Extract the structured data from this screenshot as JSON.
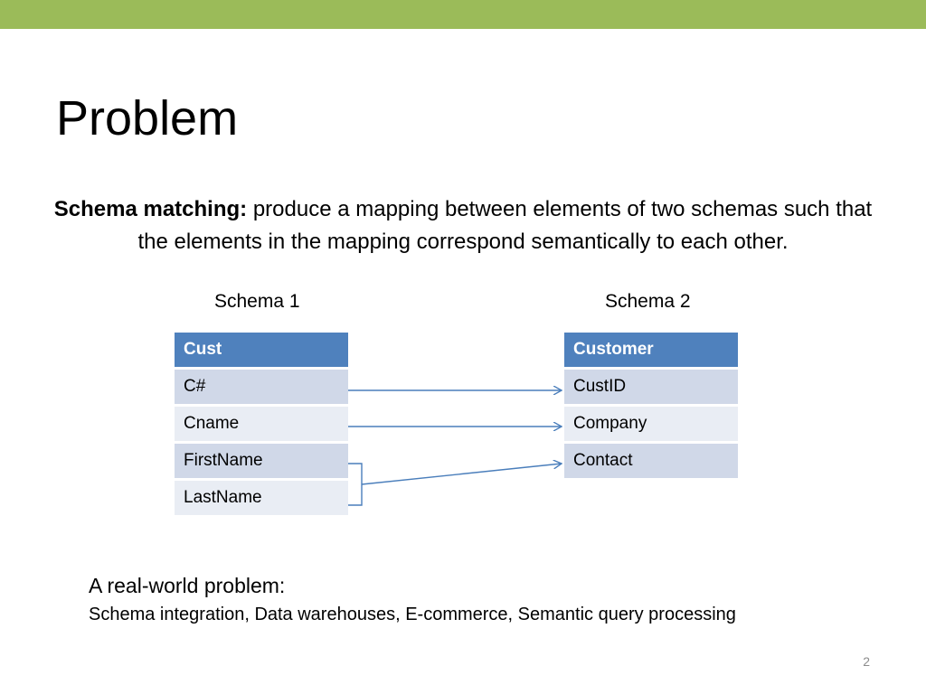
{
  "slide": {
    "title": "Problem",
    "definition_term": "Schema matching:",
    "definition_text": " produce a mapping between elements of two schemas such that the elements in the mapping correspond semantically to each other.",
    "page_number": "2"
  },
  "schema1": {
    "label": "Schema 1",
    "header": "Cust",
    "rows": [
      "C#",
      "Cname",
      "FirstName",
      "LastName"
    ]
  },
  "schema2": {
    "label": "Schema 2",
    "header": "Customer",
    "rows": [
      "CustID",
      "Company",
      "Contact"
    ]
  },
  "mappings": [
    {
      "from": [
        "C#"
      ],
      "to": "CustID"
    },
    {
      "from": [
        "Cname"
      ],
      "to": "Company"
    },
    {
      "from": [
        "FirstName",
        "LastName"
      ],
      "to": "Contact"
    }
  ],
  "bottom": {
    "heading": "A real-world problem:",
    "text": "Schema integration, Data warehouses, E-commerce, Semantic query processing"
  },
  "colors": {
    "top_bar": "#9bbb59",
    "table_header": "#4f81bd",
    "table_row_odd": "#d0d8e8",
    "table_row_even": "#e9edf4",
    "arrow": "#4a7ebb"
  }
}
